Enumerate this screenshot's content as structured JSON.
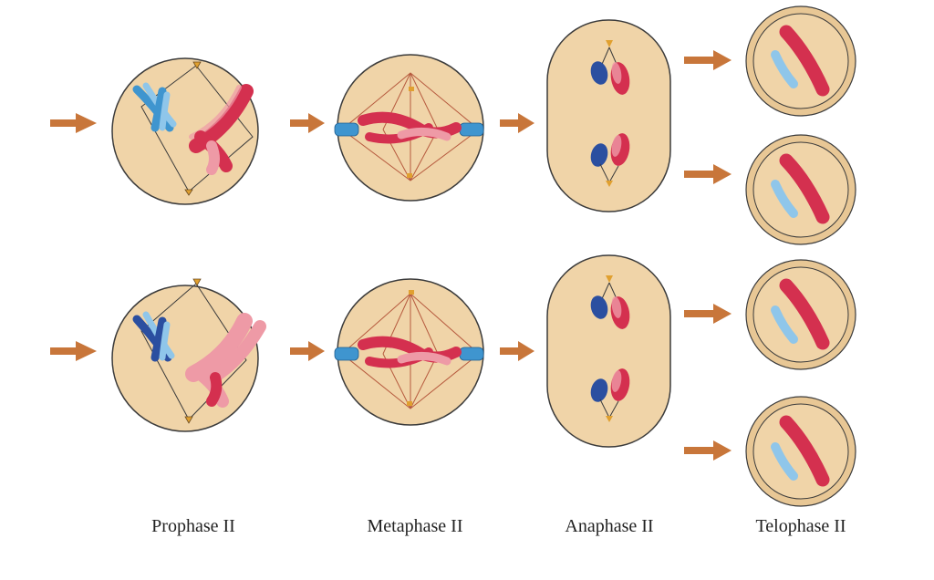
{
  "stage_labels": {
    "prophase": "Prophase II",
    "metaphase": "Metaphase II",
    "anaphase": "Anaphase II",
    "telophase": "Telophase II"
  },
  "colors": {
    "cell_fill": "#f0d4a8",
    "cell_stroke": "#3b3b3b",
    "telo_rim": "#e8c795",
    "arrow": "#c8763a",
    "red_chromosome": "#d4304f",
    "pink_chromosome": "#ee9aa6",
    "blue_chromosome": "#3f95cf",
    "light_blue_chromosome": "#8fc6ea",
    "dark_blue_chromosome": "#2b4fa0",
    "spindle": "#b65a3e",
    "centriole": "#e0a030"
  }
}
